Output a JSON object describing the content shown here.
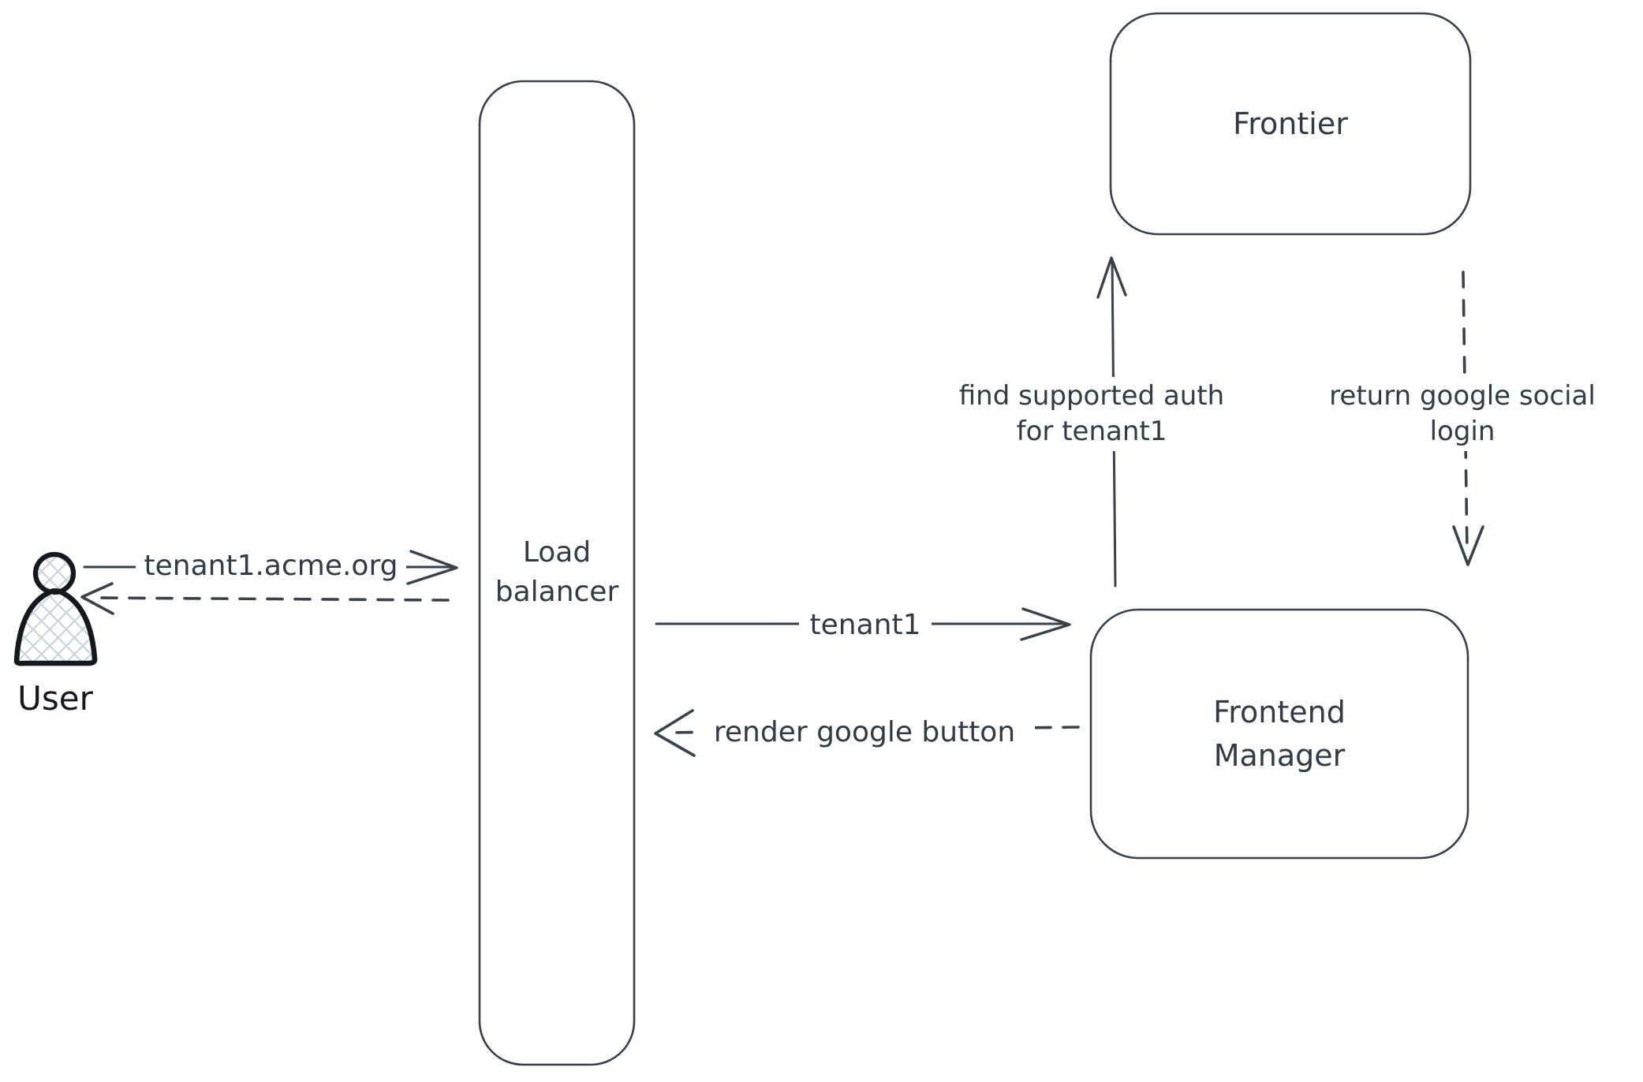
{
  "diagram": {
    "kind": "sequence-flow-sketch",
    "colors": {
      "background": "#ffffff",
      "shape_stroke": "#39404a",
      "text": "#333a44",
      "actor_stroke": "#15181c",
      "actor_hatch_fill": "#ccd4de"
    },
    "nodes": [
      {
        "id": "user",
        "type": "actor",
        "label": "User"
      },
      {
        "id": "load-balancer",
        "type": "box",
        "label": "Load\nbalancer"
      },
      {
        "id": "frontier",
        "type": "box",
        "label": "Frontier"
      },
      {
        "id": "frontend-manager",
        "type": "box",
        "label": "Frontend\nManager"
      }
    ],
    "edges": [
      {
        "from": "user",
        "to": "load-balancer",
        "style": "solid",
        "label": "tenant1.acme.org"
      },
      {
        "from": "load-balancer",
        "to": "user",
        "style": "dashed",
        "label": ""
      },
      {
        "from": "load-balancer",
        "to": "frontend-manager",
        "style": "solid",
        "label": "tenant1"
      },
      {
        "from": "frontend-manager",
        "to": "load-balancer",
        "style": "dashed",
        "label": "render google button"
      },
      {
        "from": "frontend-manager",
        "to": "frontier",
        "style": "solid",
        "label": "find supported auth\nfor tenant1"
      },
      {
        "from": "frontier",
        "to": "frontend-manager",
        "style": "dashed",
        "label": "return google social\nlogin"
      }
    ]
  }
}
